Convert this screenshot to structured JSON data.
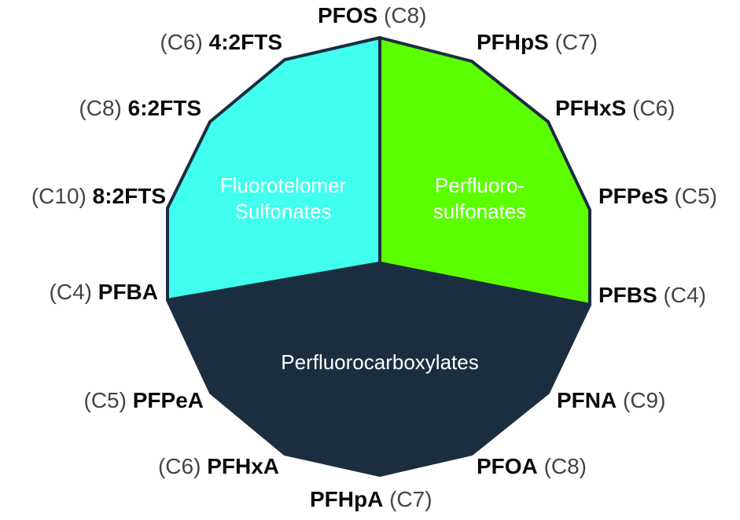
{
  "colors": {
    "fluorotelomer": "#40FFEE",
    "perfluorosulfonates": "#5CFF00",
    "perfluorocarboxylates": "#1B2E40",
    "outline": "#1B2E40"
  },
  "regions": {
    "fluorotelomer": {
      "line1": "Fluorotelomer",
      "line2": "Sulfonates"
    },
    "perfluorosulfonates": {
      "line1": "Perfluoro-",
      "line2": "sulfonates"
    },
    "perfluorocarboxylates": {
      "line1": "Perfluorocarboxylates"
    }
  },
  "labels": [
    {
      "name": "PFOS",
      "chain": "(C8)"
    },
    {
      "name": "PFHpS",
      "chain": "(C7)"
    },
    {
      "name": "PFHxS",
      "chain": "(C6)"
    },
    {
      "name": "PFPeS",
      "chain": "(C5)"
    },
    {
      "name": "PFBS",
      "chain": "(C4)"
    },
    {
      "name": "PFNA",
      "chain": "(C9)"
    },
    {
      "name": "PFOA",
      "chain": "(C8)"
    },
    {
      "name": "PFHpA",
      "chain": "(C7)"
    },
    {
      "name": "PFHxA",
      "chain": "(C6)"
    },
    {
      "name": "PFPeA",
      "chain": "(C5)"
    },
    {
      "name": "PFBA",
      "chain": "(C4)"
    },
    {
      "name": "8:2FTS",
      "chain": "(C10)"
    },
    {
      "name": "6:2FTS",
      "chain": "(C8)"
    },
    {
      "name": "4:2FTS",
      "chain": "(C6)"
    }
  ]
}
